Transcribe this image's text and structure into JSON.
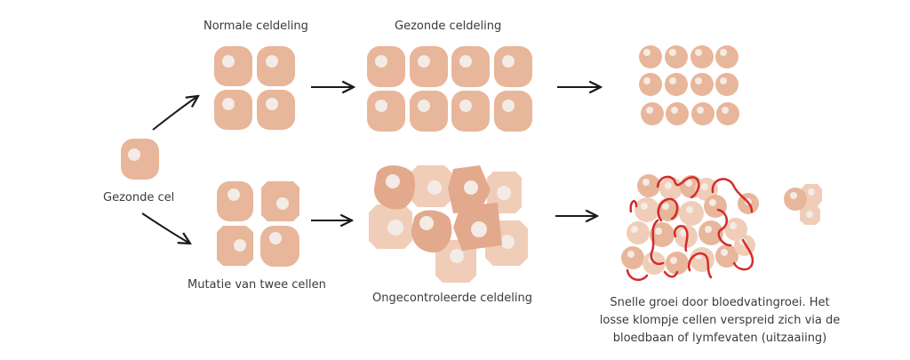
{
  "title": "Celdeling: normaal versus ongecontroleerd",
  "labels": {
    "healthy_cell": "Gezonde cel",
    "normal_division": "Normale celdeling",
    "healthy_division": "Gezonde celdeling",
    "mutation": "Mutatie van twee cellen",
    "uncontrolled_division": "Ongecontroleerde celdeling",
    "tumor_description_line1": "Snelle groei door bloedvatingroei. Het",
    "tumor_description_line2": "losse klompje cellen verspreid zich via de",
    "tumor_description_line3": "bloedbaan of lymfevaten (uitzaaiing)"
  },
  "colors": {
    "cell": "#e8b69a",
    "cell_dark": "#e3a98d",
    "cell_light": "#f0cdb8",
    "nucleus": "#f3ebe6",
    "blood_vessel": "#d42b2b",
    "arrow": "#1a1a1a",
    "text": "#3a3a3a"
  },
  "stages": [
    {
      "name": "healthy-cell",
      "cell_count": 1
    },
    {
      "name": "normal-division",
      "cell_count": 4
    },
    {
      "name": "healthy-division",
      "cell_count": 8
    },
    {
      "name": "healthy-tissue",
      "cell_count": 12
    },
    {
      "name": "mutated-cells",
      "cell_count": 4
    },
    {
      "name": "uncontrolled-division",
      "cell_count": 9
    },
    {
      "name": "tumor-with-blood-vessels"
    },
    {
      "name": "metastasis-cluster",
      "cell_count": 3
    }
  ]
}
